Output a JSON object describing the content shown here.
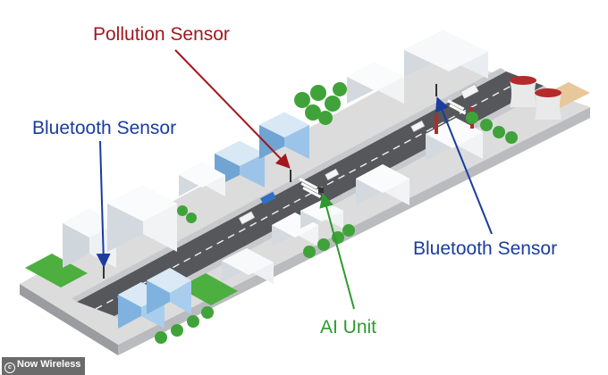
{
  "labels": {
    "pollution_sensor": "Pollution Sensor",
    "bluetooth_sensor_left": "Bluetooth Sensor",
    "bluetooth_sensor_right": "Bluetooth Sensor",
    "ai_unit": "AI Unit"
  },
  "credit": "Now Wireless",
  "colors": {
    "pollution": "#a1171d",
    "bluetooth": "#1a3d9e",
    "ai": "#2e9a2e",
    "road": "#55575a",
    "ground": "#dcdcdc",
    "grass": "#4caf3f",
    "tree": "#3fa33a",
    "building": "#ecf0f3",
    "glass": "#7fb2de",
    "chimney": "#b52a2a"
  }
}
